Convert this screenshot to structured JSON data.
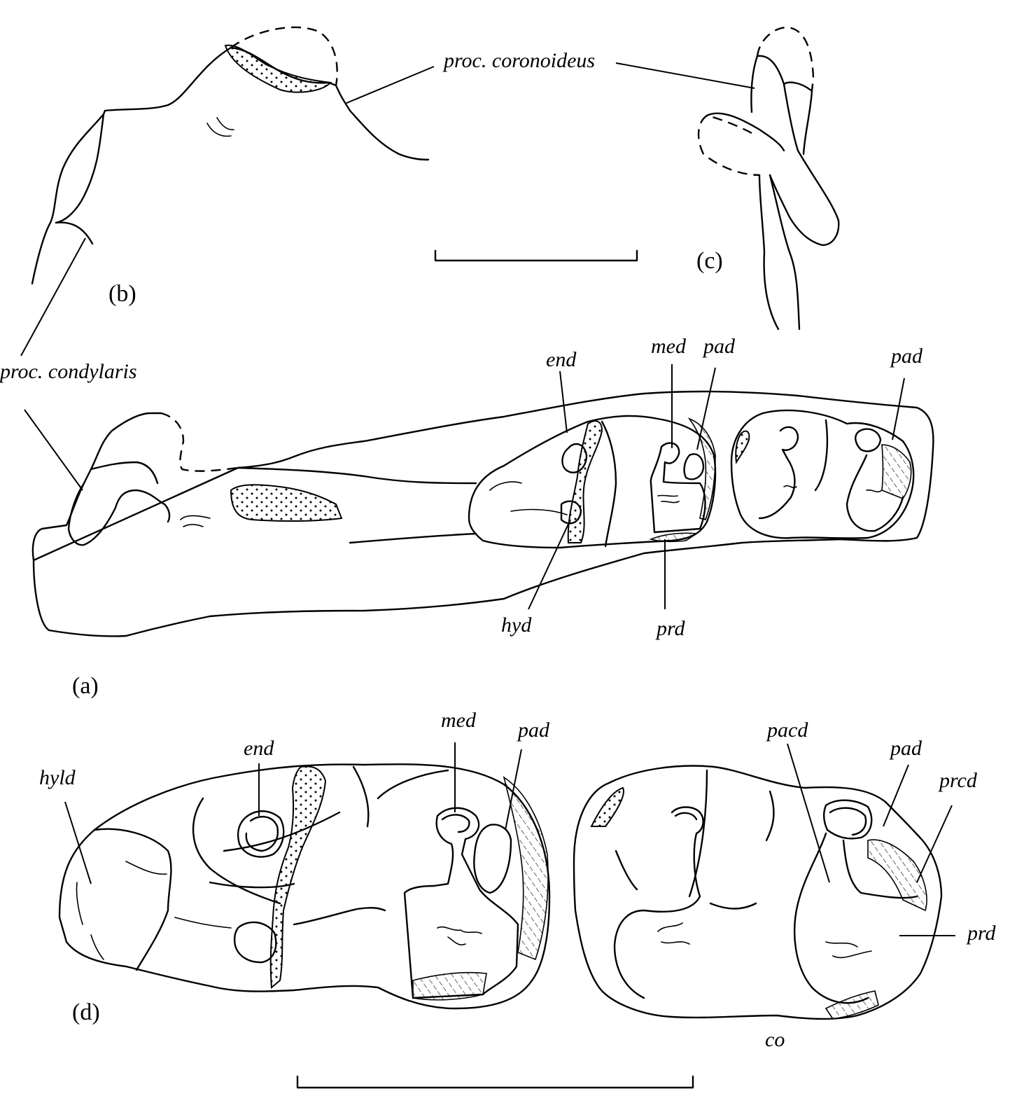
{
  "panels": {
    "a": "(a)",
    "b": "(b)",
    "c": "(c)",
    "d": "(d)"
  },
  "labels": {
    "proc_coronoideus": "proc. coronoideus",
    "proc_condylaris": "proc. condylaris",
    "a_end": "end",
    "a_med": "med",
    "a_pad_m1": "pad",
    "a_pad_m2": "pad",
    "a_hyd": "hyd",
    "a_prd": "prd",
    "d_hyld": "hyld",
    "d_end": "end",
    "d_med": "med",
    "d_pad_m1": "pad",
    "d_pacd": "pacd",
    "d_pad_m2": "pad",
    "d_prcd": "prcd",
    "d_prd": "prd",
    "d_co": "co"
  },
  "colors": {
    "ink": "#000000",
    "paper": "#ffffff"
  }
}
